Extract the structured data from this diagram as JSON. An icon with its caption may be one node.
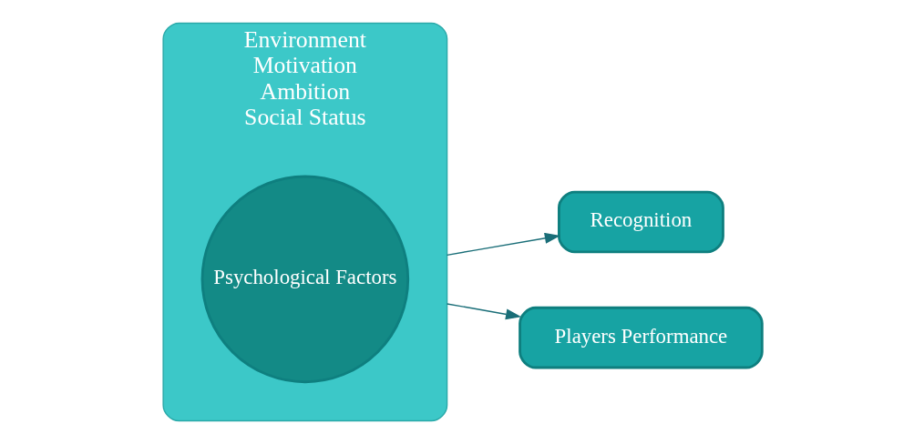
{
  "diagram": {
    "nodes": [
      {
        "text": [
          "Environment",
          "Motivation",
          "Ambition",
          "Social Status"
        ]
      },
      {
        "text": [
          "Psychological Factors"
        ],
        "in": 0
      },
      {
        "text": [
          "Recognition"
        ]
      },
      {
        "text": [
          "Players Performance"
        ]
      }
    ],
    "edges": [
      {
        "from": 0,
        "to": 2,
        "arrow": "to"
      },
      {
        "from": 0,
        "to": 3,
        "arrow": "to"
      }
    ]
  }
}
